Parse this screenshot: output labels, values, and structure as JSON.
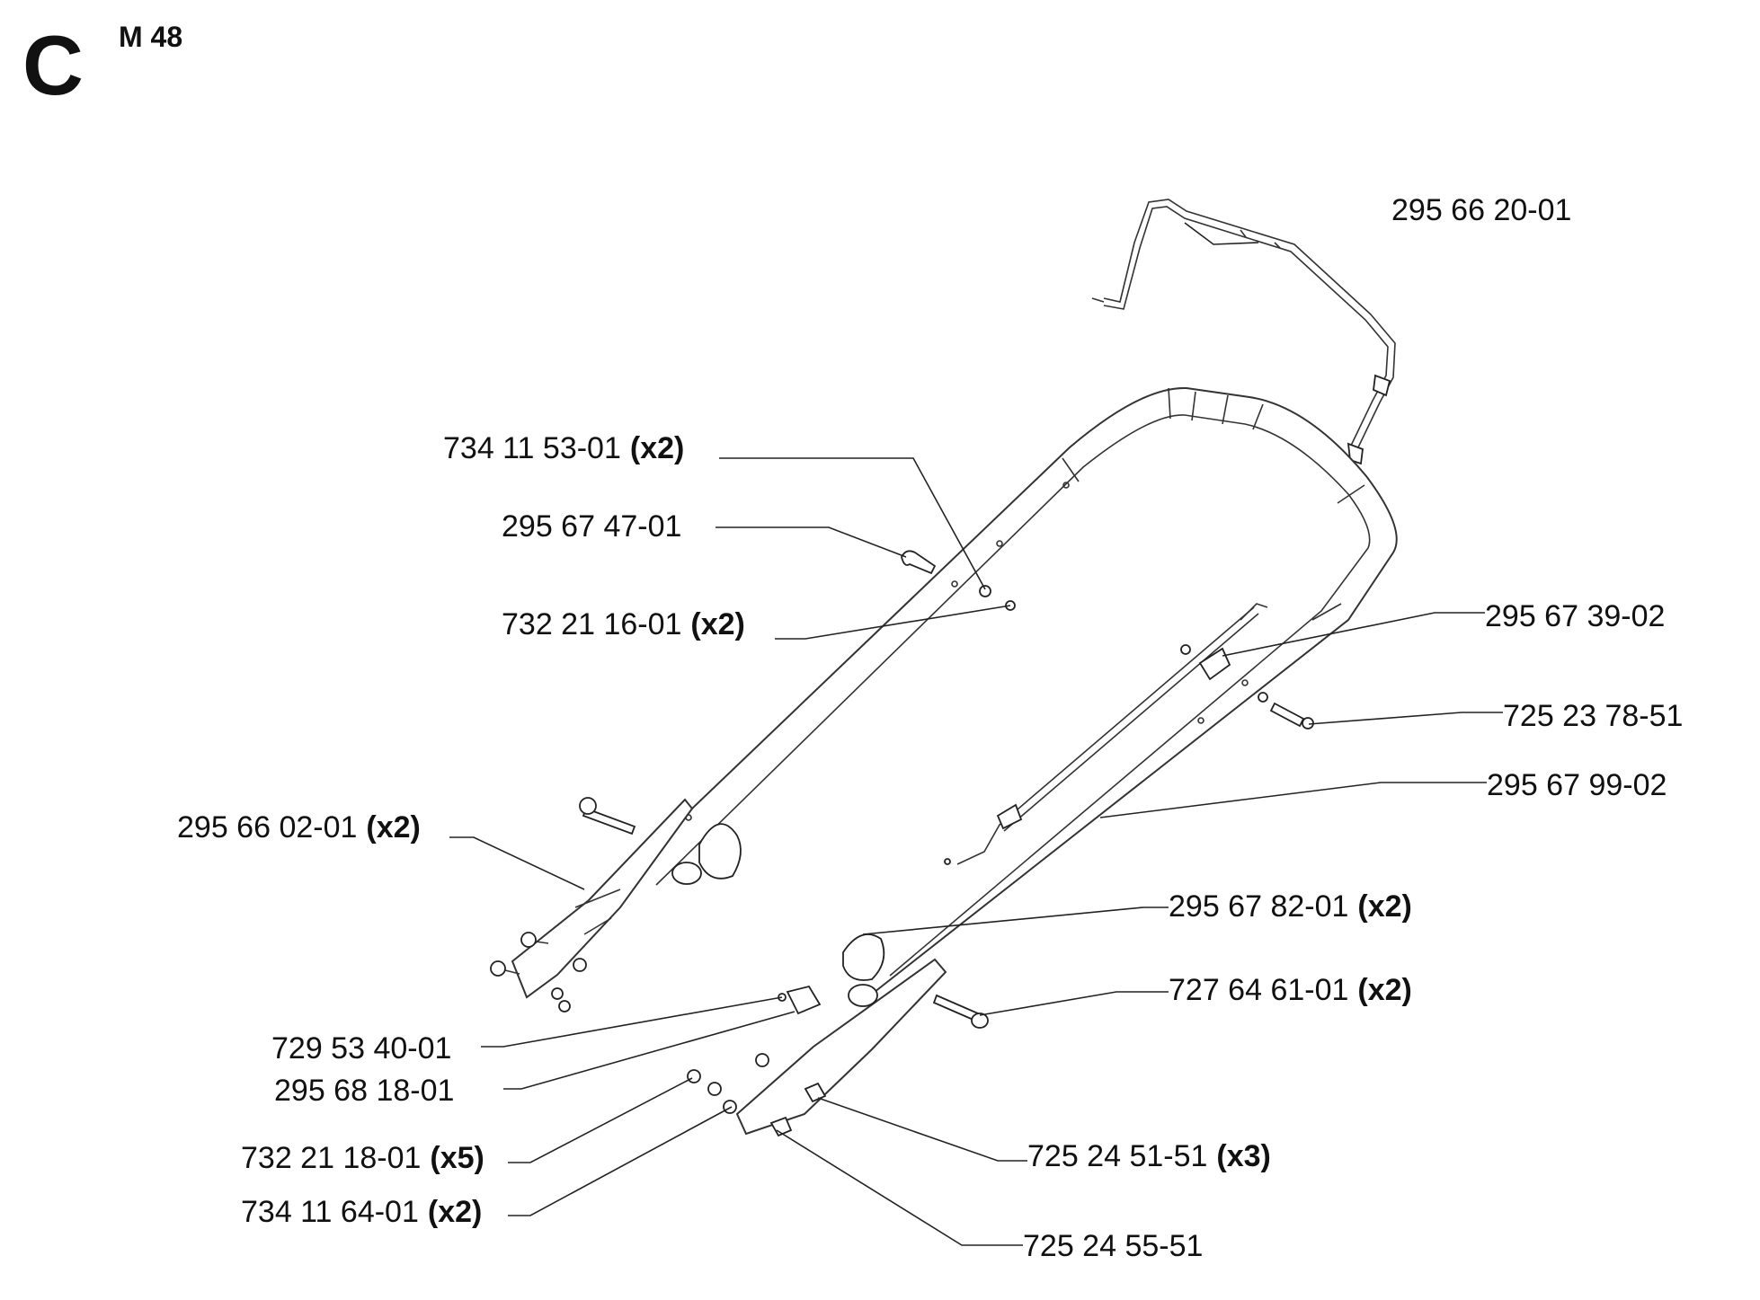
{
  "header": {
    "section_letter": "C",
    "model": "M 48"
  },
  "parts": [
    {
      "id": "p1",
      "number": "295 66 20-01",
      "qty": ""
    },
    {
      "id": "p2",
      "number": "734 11 53-01",
      "qty": "(x2)"
    },
    {
      "id": "p3",
      "number": "295 67 47-01",
      "qty": ""
    },
    {
      "id": "p4",
      "number": "732 21 16-01",
      "qty": "(x2)"
    },
    {
      "id": "p5",
      "number": "295 67 39-02",
      "qty": ""
    },
    {
      "id": "p6",
      "number": "725 23 78-51",
      "qty": ""
    },
    {
      "id": "p7",
      "number": "295 67 99-02",
      "qty": ""
    },
    {
      "id": "p8",
      "number": "295 66 02-01",
      "qty": "(x2)"
    },
    {
      "id": "p9",
      "number": "295 67 82-01",
      "qty": "(x2)"
    },
    {
      "id": "p10",
      "number": "727 64 61-01",
      "qty": "(x2)"
    },
    {
      "id": "p11",
      "number": "729 53 40-01",
      "qty": ""
    },
    {
      "id": "p12",
      "number": "295 68 18-01",
      "qty": ""
    },
    {
      "id": "p13",
      "number": "732 21 18-01",
      "qty": "(x5)"
    },
    {
      "id": "p14",
      "number": "725 24 51-51",
      "qty": "(x3)"
    },
    {
      "id": "p15",
      "number": "734 11 64-01",
      "qty": "(x2)"
    },
    {
      "id": "p16",
      "number": "725 24 55-51",
      "qty": ""
    }
  ]
}
